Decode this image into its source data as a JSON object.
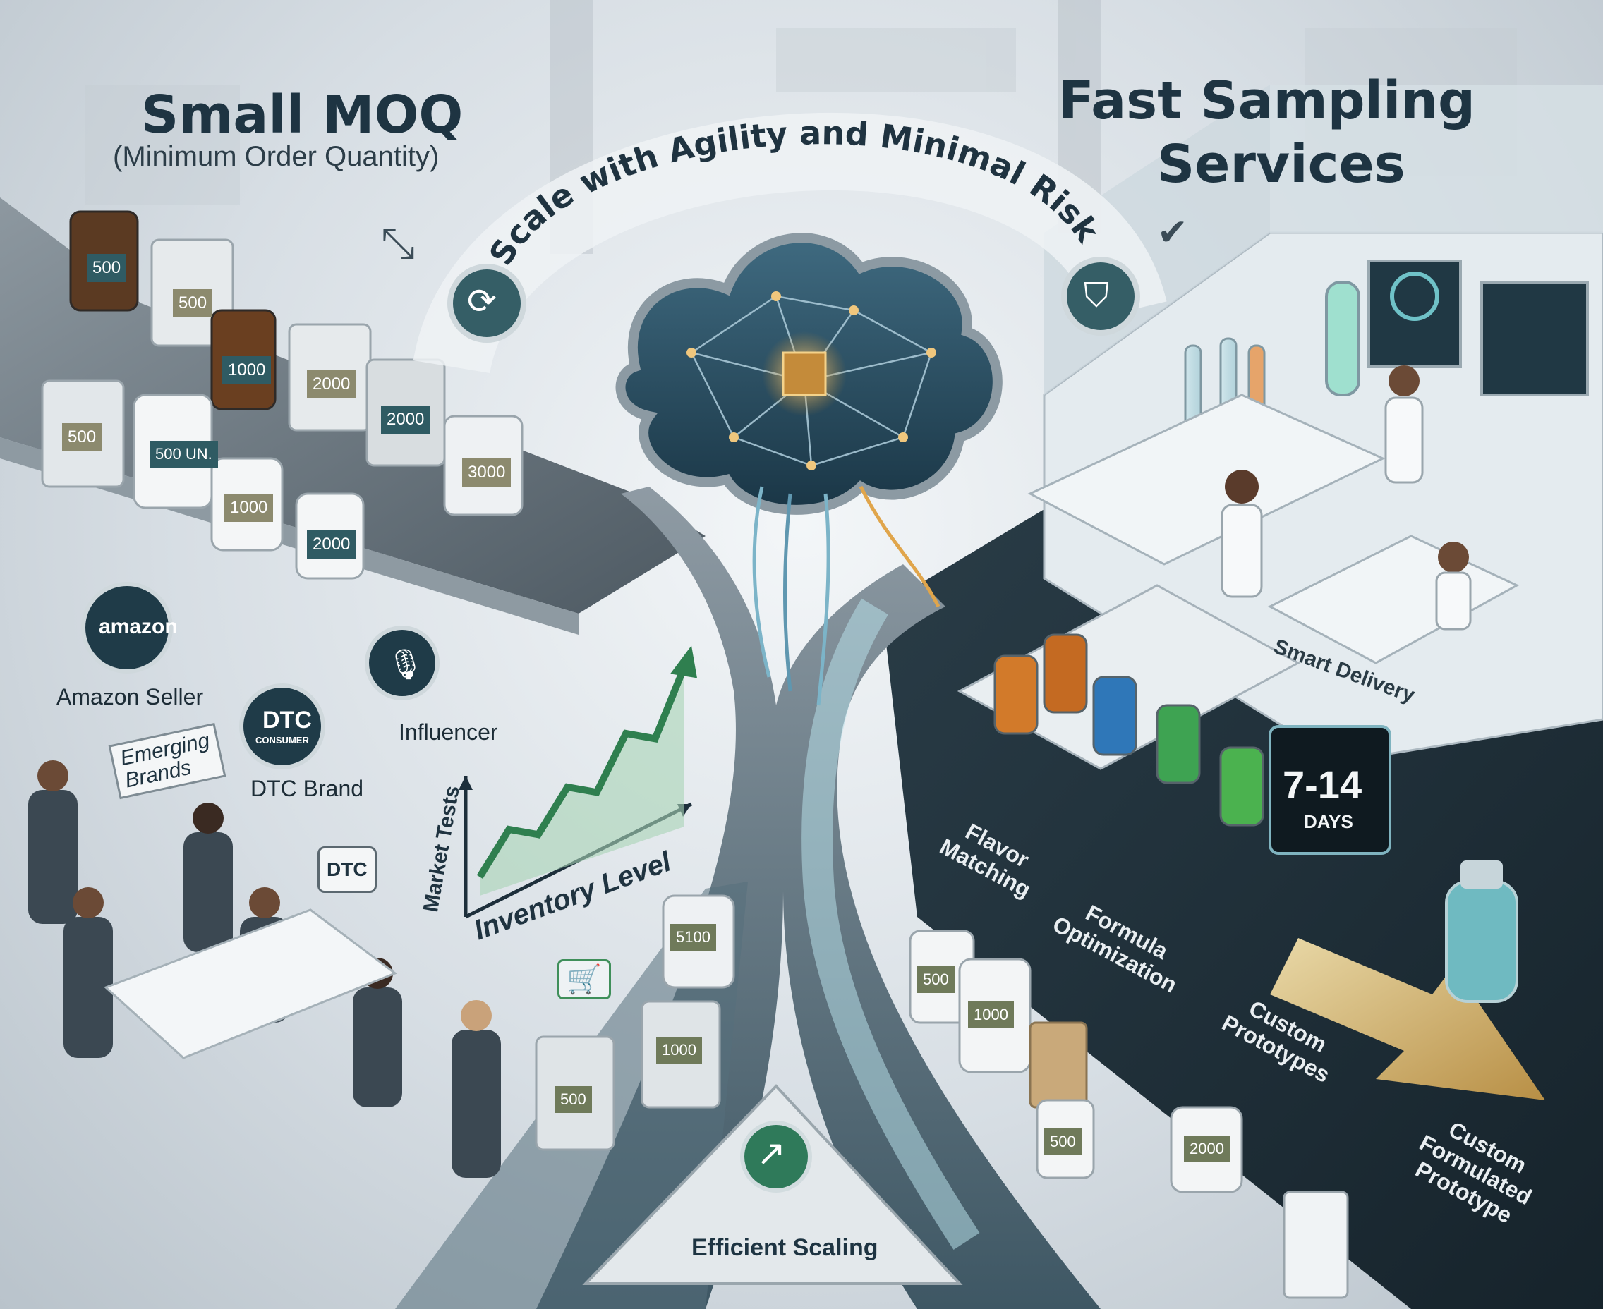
{
  "titles": {
    "left_main": "Small MOQ",
    "left_sub": "(Minimum Order Quantity)",
    "right_main_line1": "Fast Sampling",
    "right_main_line2": "Services",
    "arc": "Scale with Agility and Minimal Risk"
  },
  "channels": {
    "amazon_logo": "amazon",
    "amazon_label": "Amazon Seller",
    "dtc_logo_top": "DTC",
    "dtc_logo_bottom": "CONSUMER",
    "dtc_label": "DTC Brand",
    "influencer_label": "Influencer",
    "emerging_line1": "Emerging",
    "emerging_line2": "Brands",
    "dtc_bubble": "DTC"
  },
  "conveyor_labels": [
    "500",
    "500",
    "1000",
    "2000",
    "2000",
    "500",
    "500 UN.",
    "1000",
    "2000",
    "3000"
  ],
  "lower_labels": [
    "5100",
    "1000",
    "500",
    "500",
    "1000",
    "500",
    "2000"
  ],
  "chart_data": {
    "type": "line",
    "xlabel": "Inventory Level",
    "ylabel": "Market Tests",
    "values": [
      1,
      3,
      2.2,
      4.2,
      3.4,
      6,
      5.2,
      8.5
    ]
  },
  "lab": {
    "smart_delivery": "Smart Delivery",
    "days_top": "7-14",
    "days_bottom": "DAYS",
    "steps": [
      [
        "Flavor",
        "Matching"
      ],
      [
        "Formula",
        "Optimization"
      ],
      [
        "Custom",
        "Prototypes"
      ],
      [
        "Custom",
        "Formulated",
        "Prototype"
      ]
    ]
  },
  "footer": {
    "efficient_scaling": "Efficient Scaling"
  },
  "colors": {
    "navy": "#1e3442",
    "teal": "#2f6f6b",
    "green": "#3f8f5a",
    "gold": "#c9a45a",
    "dark_panel": "#1c2a33"
  }
}
